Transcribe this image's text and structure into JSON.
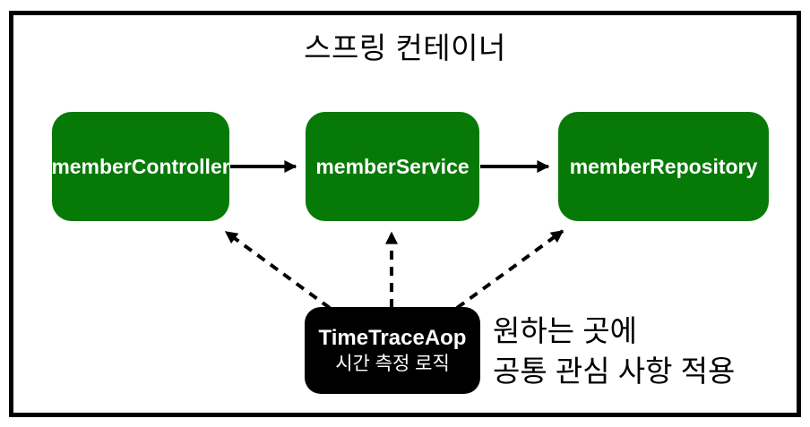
{
  "diagram": {
    "title": "스프링 컨테이너",
    "nodes": [
      {
        "id": "memberController",
        "label": "memberController"
      },
      {
        "id": "memberService",
        "label": "memberService"
      },
      {
        "id": "memberRepository",
        "label": "memberRepository"
      }
    ],
    "aop_box": {
      "title": "TimeTraceAop",
      "subtitle": "시간 측정 로직"
    },
    "annotation": {
      "line1": "원하는 곳에",
      "line2": "공통 관심 사항 적용"
    },
    "edges": [
      {
        "from": "memberController",
        "to": "memberService",
        "style": "solid"
      },
      {
        "from": "memberService",
        "to": "memberRepository",
        "style": "solid"
      },
      {
        "from": "TimeTraceAop",
        "to": "memberController",
        "style": "dashed"
      },
      {
        "from": "TimeTraceAop",
        "to": "memberService",
        "style": "dashed"
      },
      {
        "from": "TimeTraceAop",
        "to": "memberRepository",
        "style": "dashed"
      }
    ],
    "colors": {
      "node_fill": "#077907",
      "node_text": "#ffffff",
      "aop_fill": "#000000",
      "aop_text": "#ffffff",
      "frame_border": "#000000",
      "arrow": "#000000",
      "background": "#ffffff"
    }
  }
}
